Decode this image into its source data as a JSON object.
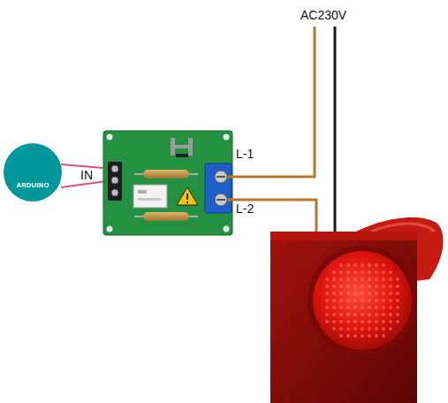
{
  "diagram": {
    "nodes": [
      {
        "text": [
          "ARDUINO"
        ]
      }
    ],
    "labels": [
      "IN",
      "L-1",
      "L-2",
      "AC230V"
    ]
  }
}
